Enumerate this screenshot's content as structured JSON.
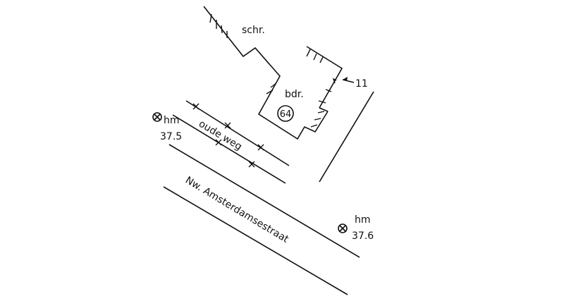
{
  "labels": {
    "schr": "schr.",
    "bdr": "bdr.",
    "parcel_number": "64",
    "arrow_number": "11",
    "old_road": "oude weg",
    "street": "Nw. Amsterdamsestraat",
    "marker_left": {
      "prefix": "hm",
      "value": "37.5"
    },
    "marker_right": {
      "prefix": "hm",
      "value": "37.6"
    }
  },
  "colors": {
    "ink": "#111111",
    "paper": "#ffffff"
  }
}
